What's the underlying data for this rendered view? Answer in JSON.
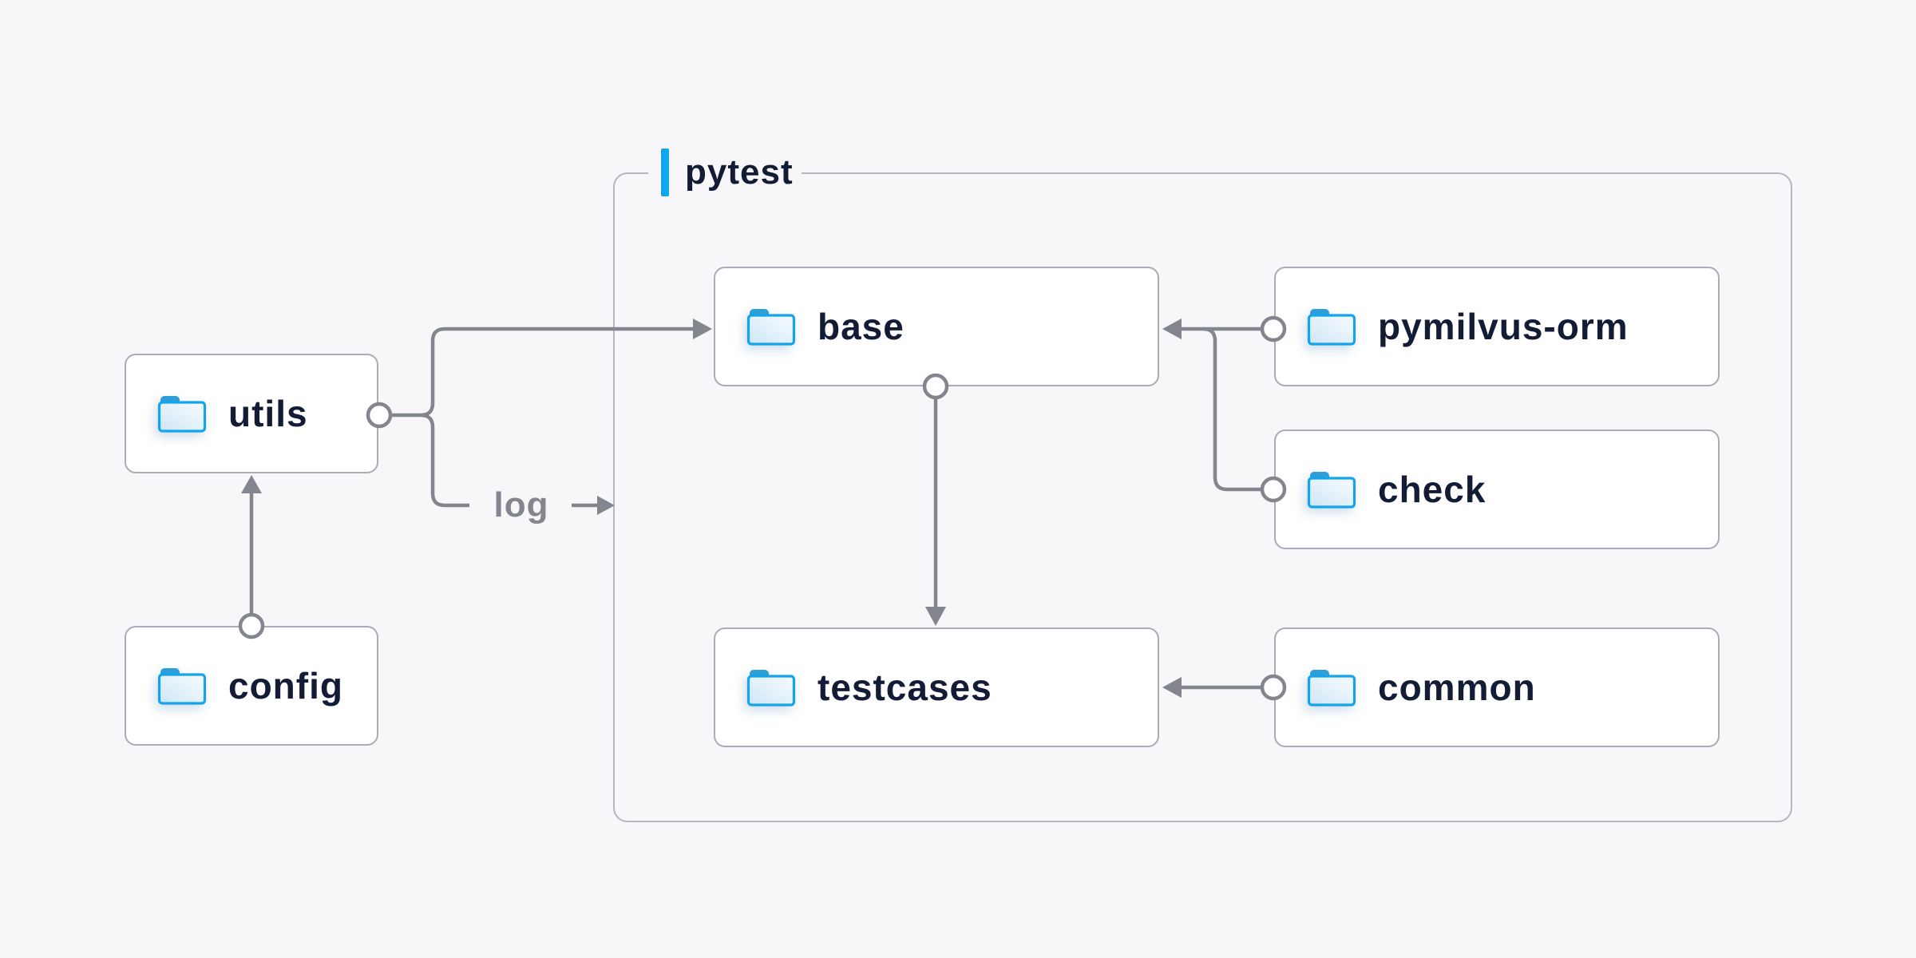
{
  "page": {
    "background": "#f7f7f9"
  },
  "palette": {
    "accent_blue": "#10a7f0",
    "line_gray": "#83858f",
    "node_border": "#a9abb6",
    "container_border": "#b4b6c1",
    "text_navy": "#131c36",
    "folder_outline": "#14a4ee",
    "folder_tab": "#2e9ed9",
    "folder_fill": "#d5e9f7"
  },
  "container": {
    "label": "pytest"
  },
  "nodes": {
    "utils": {
      "label": "utils",
      "icon": "folder-icon"
    },
    "config": {
      "label": "config",
      "icon": "folder-icon"
    },
    "base": {
      "label": "base",
      "icon": "folder-icon"
    },
    "pymilvus_orm": {
      "label": "pymilvus-orm",
      "icon": "folder-icon"
    },
    "check": {
      "label": "check",
      "icon": "folder-icon"
    },
    "testcases": {
      "label": "testcases",
      "icon": "folder-icon"
    },
    "common": {
      "label": "common",
      "icon": "folder-icon"
    }
  },
  "edges": {
    "log_label": "log",
    "list": [
      {
        "from": "config",
        "to": "utils",
        "style": "circle-to-arrow"
      },
      {
        "from": "utils",
        "to": "base",
        "style": "circle-to-arrow"
      },
      {
        "from": "utils",
        "to": "pytest",
        "via": "log",
        "style": "circle-to-arrow"
      },
      {
        "from": "pymilvus-orm",
        "to": "base",
        "style": "circle-to-arrow"
      },
      {
        "from": "check",
        "to": "base",
        "style": "circle-to-arrow"
      },
      {
        "from": "base",
        "to": "testcases",
        "style": "circle-to-arrow"
      },
      {
        "from": "common",
        "to": "testcases",
        "style": "circle-to-arrow"
      }
    ]
  }
}
